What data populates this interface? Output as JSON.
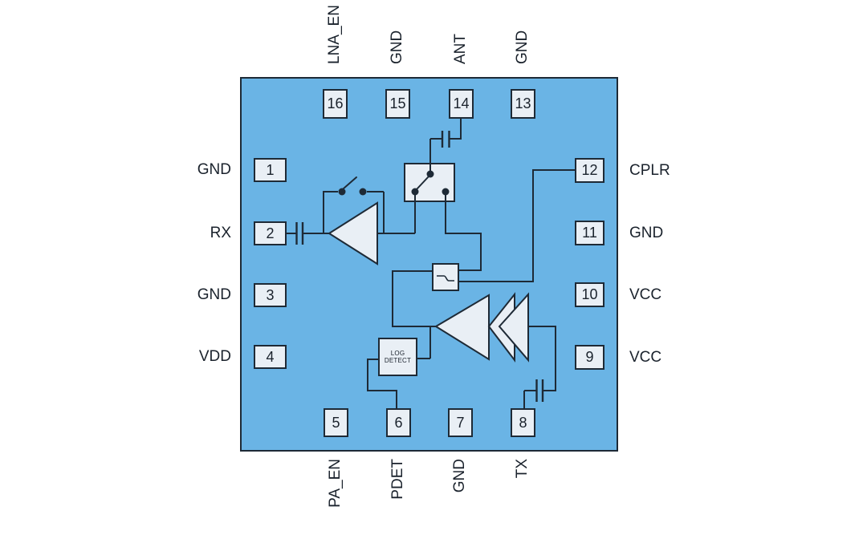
{
  "diagram": {
    "kind": "rf-front-end-module-pin-diagram",
    "colors": {
      "background": "#FFFFFF",
      "chip_fill": "#6AB4E5",
      "block_fill": "#E9EFF5",
      "line": "#1E2A36",
      "label_text": "#1A222C"
    }
  },
  "pins": [
    {
      "num": "1",
      "name": "GND",
      "side": "left"
    },
    {
      "num": "2",
      "name": "RX",
      "side": "left"
    },
    {
      "num": "3",
      "name": "GND",
      "side": "left"
    },
    {
      "num": "4",
      "name": "VDD",
      "side": "left"
    },
    {
      "num": "5",
      "name": "PA_EN",
      "side": "bottom"
    },
    {
      "num": "6",
      "name": "PDET",
      "side": "bottom"
    },
    {
      "num": "7",
      "name": "GND",
      "side": "bottom"
    },
    {
      "num": "8",
      "name": "TX",
      "side": "bottom"
    },
    {
      "num": "9",
      "name": "VCC",
      "side": "right"
    },
    {
      "num": "10",
      "name": "VCC",
      "side": "right"
    },
    {
      "num": "11",
      "name": "GND",
      "side": "right"
    },
    {
      "num": "12",
      "name": "CPLR",
      "side": "right"
    },
    {
      "num": "13",
      "name": "GND",
      "side": "top"
    },
    {
      "num": "14",
      "name": "ANT",
      "side": "top"
    },
    {
      "num": "15",
      "name": "GND",
      "side": "top"
    },
    {
      "num": "16",
      "name": "LNA_EN",
      "side": "top"
    }
  ],
  "blocks": {
    "log_detect": {
      "line1": "LOG",
      "line2": "DETECT"
    }
  }
}
